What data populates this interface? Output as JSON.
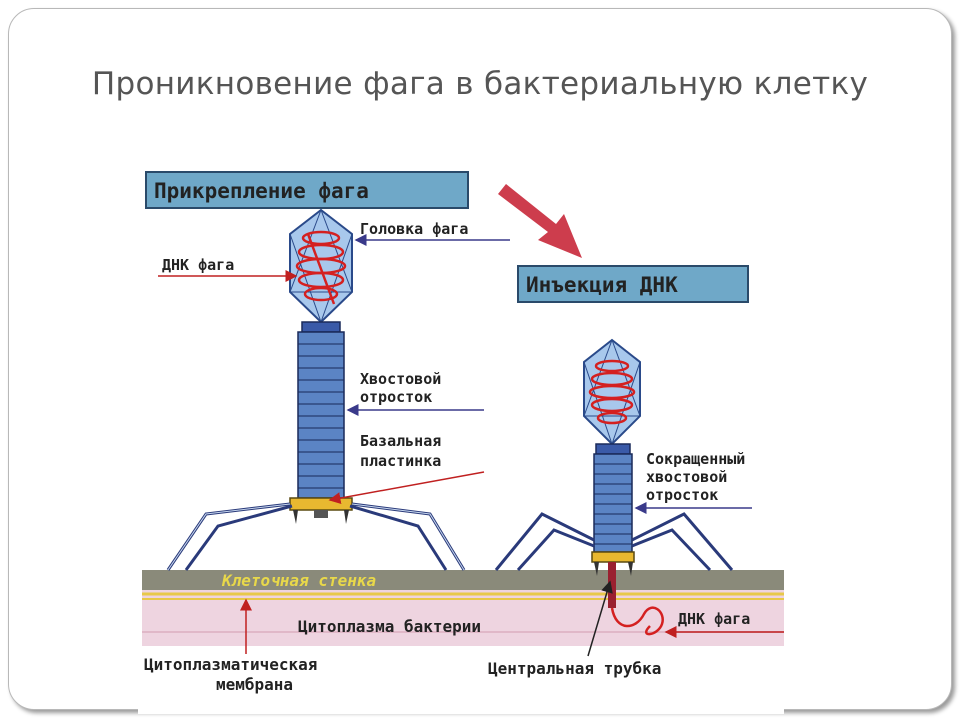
{
  "slide": {
    "title": "Проникновение фага в бактериальную клетку"
  },
  "diagram": {
    "stage1_title": "Прикрепление фага",
    "stage2_title": "Инъекция ДНК",
    "labels": {
      "phage_head": "Головка фага",
      "phage_dna_1": "ДНК фага",
      "tail_line1": "Хвостовой",
      "tail_line2": "отросток",
      "base_line1": "Базальная",
      "base_line2": "пластинка",
      "contracted_line1": "Сокращенный",
      "contracted_line2": "хвостовой",
      "contracted_line3": "отросток",
      "cell_wall": "Клеточная стенка",
      "cytoplasm": "Цитоплазма бактерии",
      "phage_dna_2": "ДНК фага",
      "membrane_line1": "Цитоплазматическая",
      "membrane_line2": "мембрана",
      "central_tube": "Центральная трубка"
    },
    "colors": {
      "header_box": "#6fa8c8",
      "phage_body": "#5b84c4",
      "dna": "#d42020",
      "cell_wall": "#8a8a7a",
      "cell_wall_text": "#e8d84a",
      "cytoplasm": "#eed4e0",
      "arrow": "#c8283a",
      "base_plate": "#e8b830"
    }
  }
}
